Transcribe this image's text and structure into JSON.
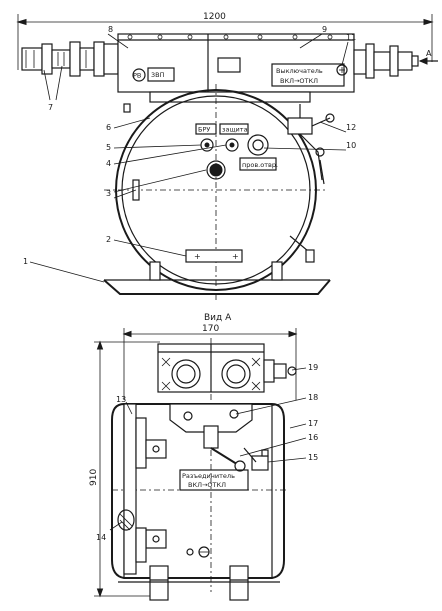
{
  "top_view": {
    "width_dimension": "1200",
    "arrow_letter": "А",
    "plates": {
      "rb": "РВ",
      "type": "3ВП",
      "switch_line1": "Выключатель",
      "switch_line2": "ВКЛ→ОТКЛ",
      "bru": "БРУ",
      "zashita": "защита",
      "proverka": "пров.отвр."
    }
  },
  "bottom_view": {
    "view_title": "Вид А",
    "width_dimension": "170",
    "height_dimension": "910",
    "plates": {
      "disconnect_line1": "Разъединитель",
      "disconnect_line2": "ВКЛ→ОТКЛ"
    }
  },
  "callouts": [
    "1",
    "2",
    "3",
    "4",
    "5",
    "6",
    "7",
    "8",
    "9",
    "10",
    "11",
    "12",
    "13",
    "14",
    "15",
    "16",
    "17",
    "18",
    "19"
  ]
}
